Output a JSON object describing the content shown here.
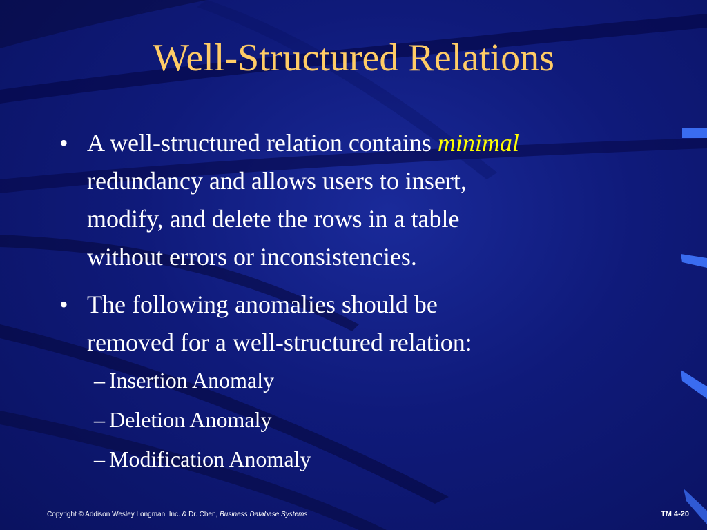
{
  "slide": {
    "title": "Well-Structured Relations",
    "bullets": [
      {
        "text_before": "A well-structured relation contains ",
        "emphasis": "minimal",
        "text_after_lines": [
          "redundancy and allows users to insert,",
          "modify, and delete the rows in a table",
          "without errors or inconsistencies."
        ]
      },
      {
        "lines": [
          "The following anomalies should be",
          "removed for a well-structured relation:"
        ]
      }
    ],
    "sub_bullets": [
      "Insertion Anomaly",
      "Deletion Anomaly",
      "Modification Anomaly"
    ],
    "bullet_symbol": "•",
    "dash_symbol": "–"
  },
  "footer": {
    "copyright_prefix": "Copyright © Addison Wesley Longman, Inc. & Dr. Chen, ",
    "book_title": "Business Database Systems",
    "slide_number": "TM 4-20"
  },
  "colors": {
    "background": "#0f1a7a",
    "title": "#ffcc66",
    "emphasis": "#ffff00",
    "text": "#ffffff",
    "accent_marks": "#3a6cf0"
  }
}
